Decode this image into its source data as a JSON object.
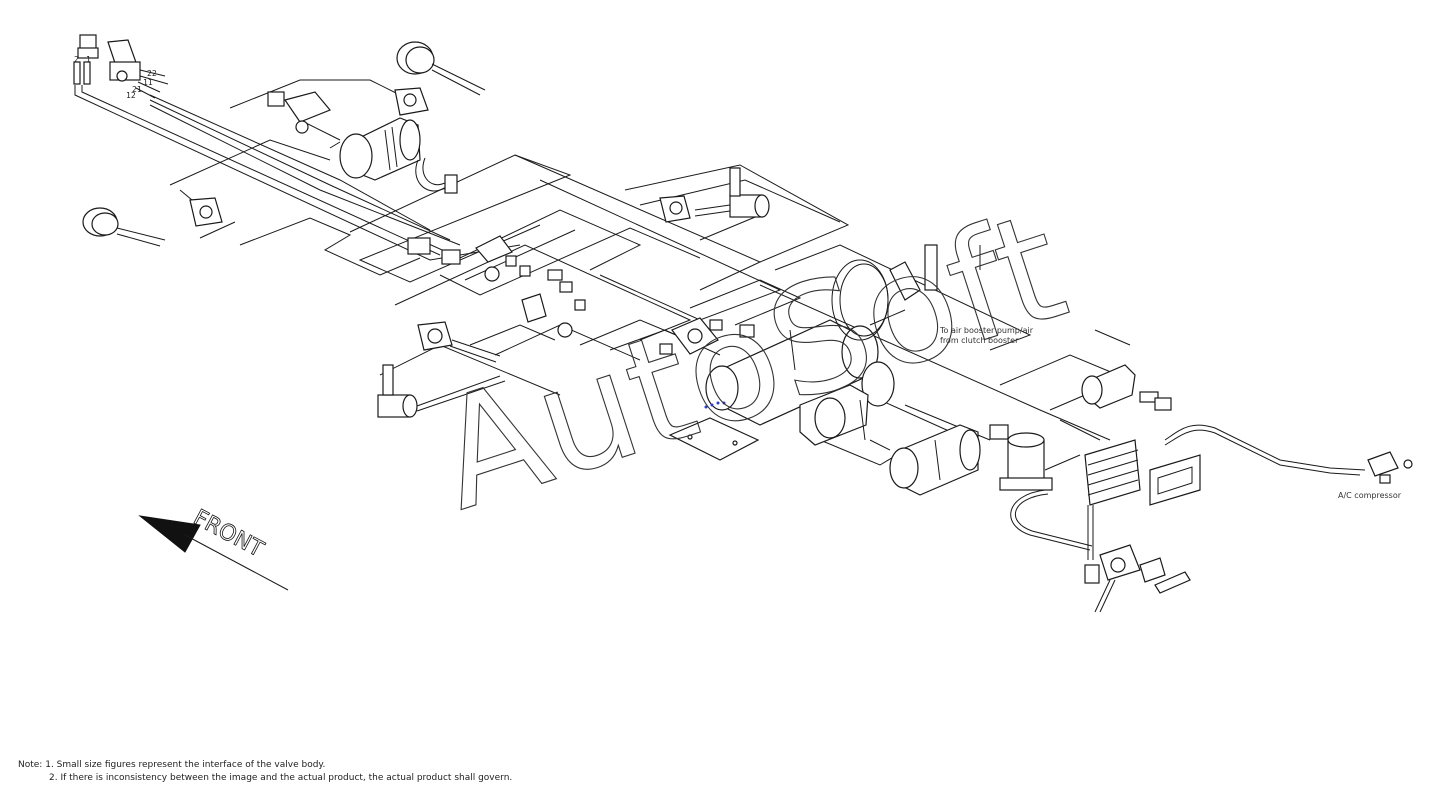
{
  "direction_label": "FRONT",
  "watermark": "AutoSoft",
  "port_numbers": [
    "22",
    "11",
    "21",
    "12",
    "2",
    "1"
  ],
  "callouts": {
    "booster": [
      "To air booster pump/air",
      "from clutch booster"
    ],
    "compressor": "A/C compressor"
  },
  "notes": {
    "prefix": "Note:",
    "lines": [
      "1. Small size figures represent the interface of the valve body.",
      "2. If there is inconsistency between the image and the actual product, the actual product shall govern."
    ]
  }
}
